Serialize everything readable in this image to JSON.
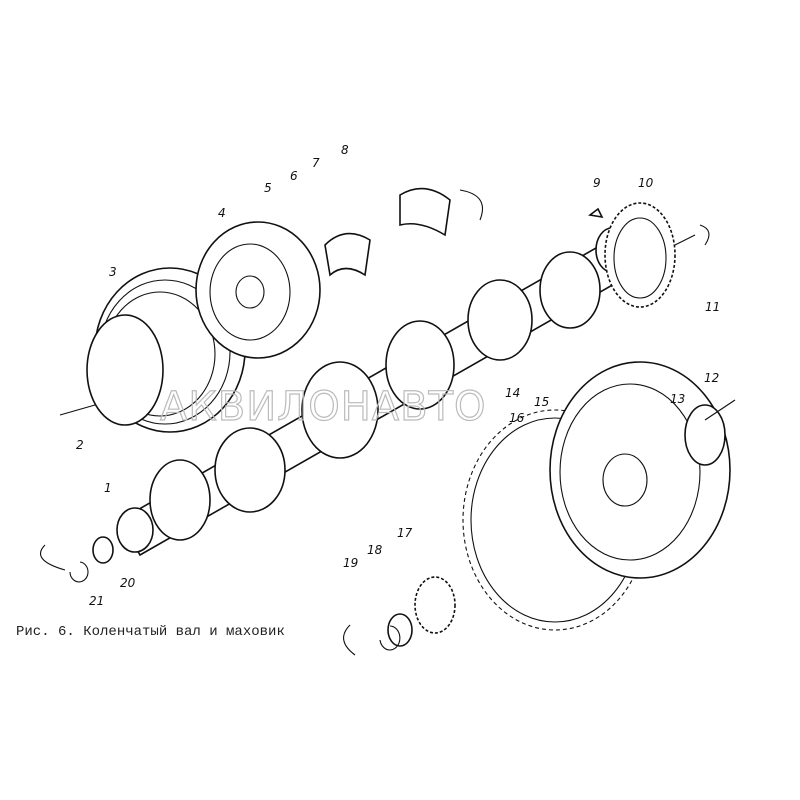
{
  "caption": "Рис. 6. Коленчатый вал и маховик",
  "watermark": "АКВИЛОНАВТО",
  "part_labels": [
    "1",
    "2",
    "3",
    "4",
    "5",
    "6",
    "7",
    "8",
    "9",
    "10",
    "11",
    "12",
    "13",
    "14",
    "15",
    "16",
    "17",
    "18",
    "19",
    "20",
    "21"
  ]
}
